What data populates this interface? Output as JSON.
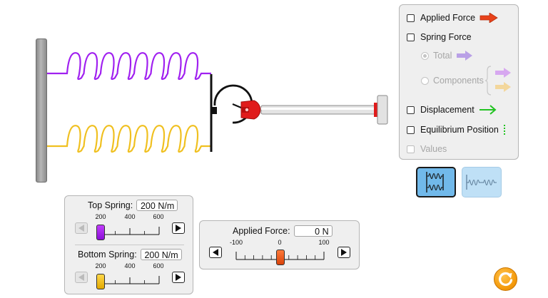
{
  "visibility_panel": {
    "applied_force": {
      "label": "Applied Force",
      "checked": false,
      "arrow_color": "#e8421a"
    },
    "spring_force": {
      "label": "Spring Force",
      "checked": false
    },
    "total": {
      "label": "Total",
      "selected": true,
      "arrow_color": "#b9a0e6"
    },
    "components": {
      "label": "Components",
      "selected": false,
      "arrow_colors": [
        "#d7a8f0",
        "#f3d79c"
      ]
    },
    "displacement": {
      "label": "Displacement",
      "checked": false,
      "arrow_color": "#22c322"
    },
    "equilibrium_position": {
      "label": "Equilibrium Position",
      "checked": false,
      "marker_color": "#22c322"
    },
    "values": {
      "label": "Values",
      "checked": false
    }
  },
  "scene_buttons": {
    "parallel": {
      "selected": true
    },
    "series": {
      "selected": false
    }
  },
  "top_spring": {
    "label": "Top Spring:",
    "value_text": "200 N/m",
    "value": 200,
    "range": [
      200,
      600
    ],
    "tick_labels": [
      "200",
      "400",
      "600"
    ],
    "color": "#a020f0"
  },
  "bottom_spring": {
    "label": "Bottom Spring:",
    "value_text": "200 N/m",
    "value": 200,
    "range": [
      200,
      600
    ],
    "tick_labels": [
      "200",
      "400",
      "600"
    ],
    "color": "#f0c020"
  },
  "applied_force": {
    "label": "Applied Force:",
    "value_text": "0 N",
    "value": 0,
    "range": [
      -100,
      100
    ],
    "tick_labels": [
      "-100",
      "0",
      "100"
    ],
    "color": "#f05a14"
  },
  "colors": {
    "robot_red": "#e01b1b",
    "panel_bg": "#efefef",
    "reset_orange": "#f49a0c"
  }
}
